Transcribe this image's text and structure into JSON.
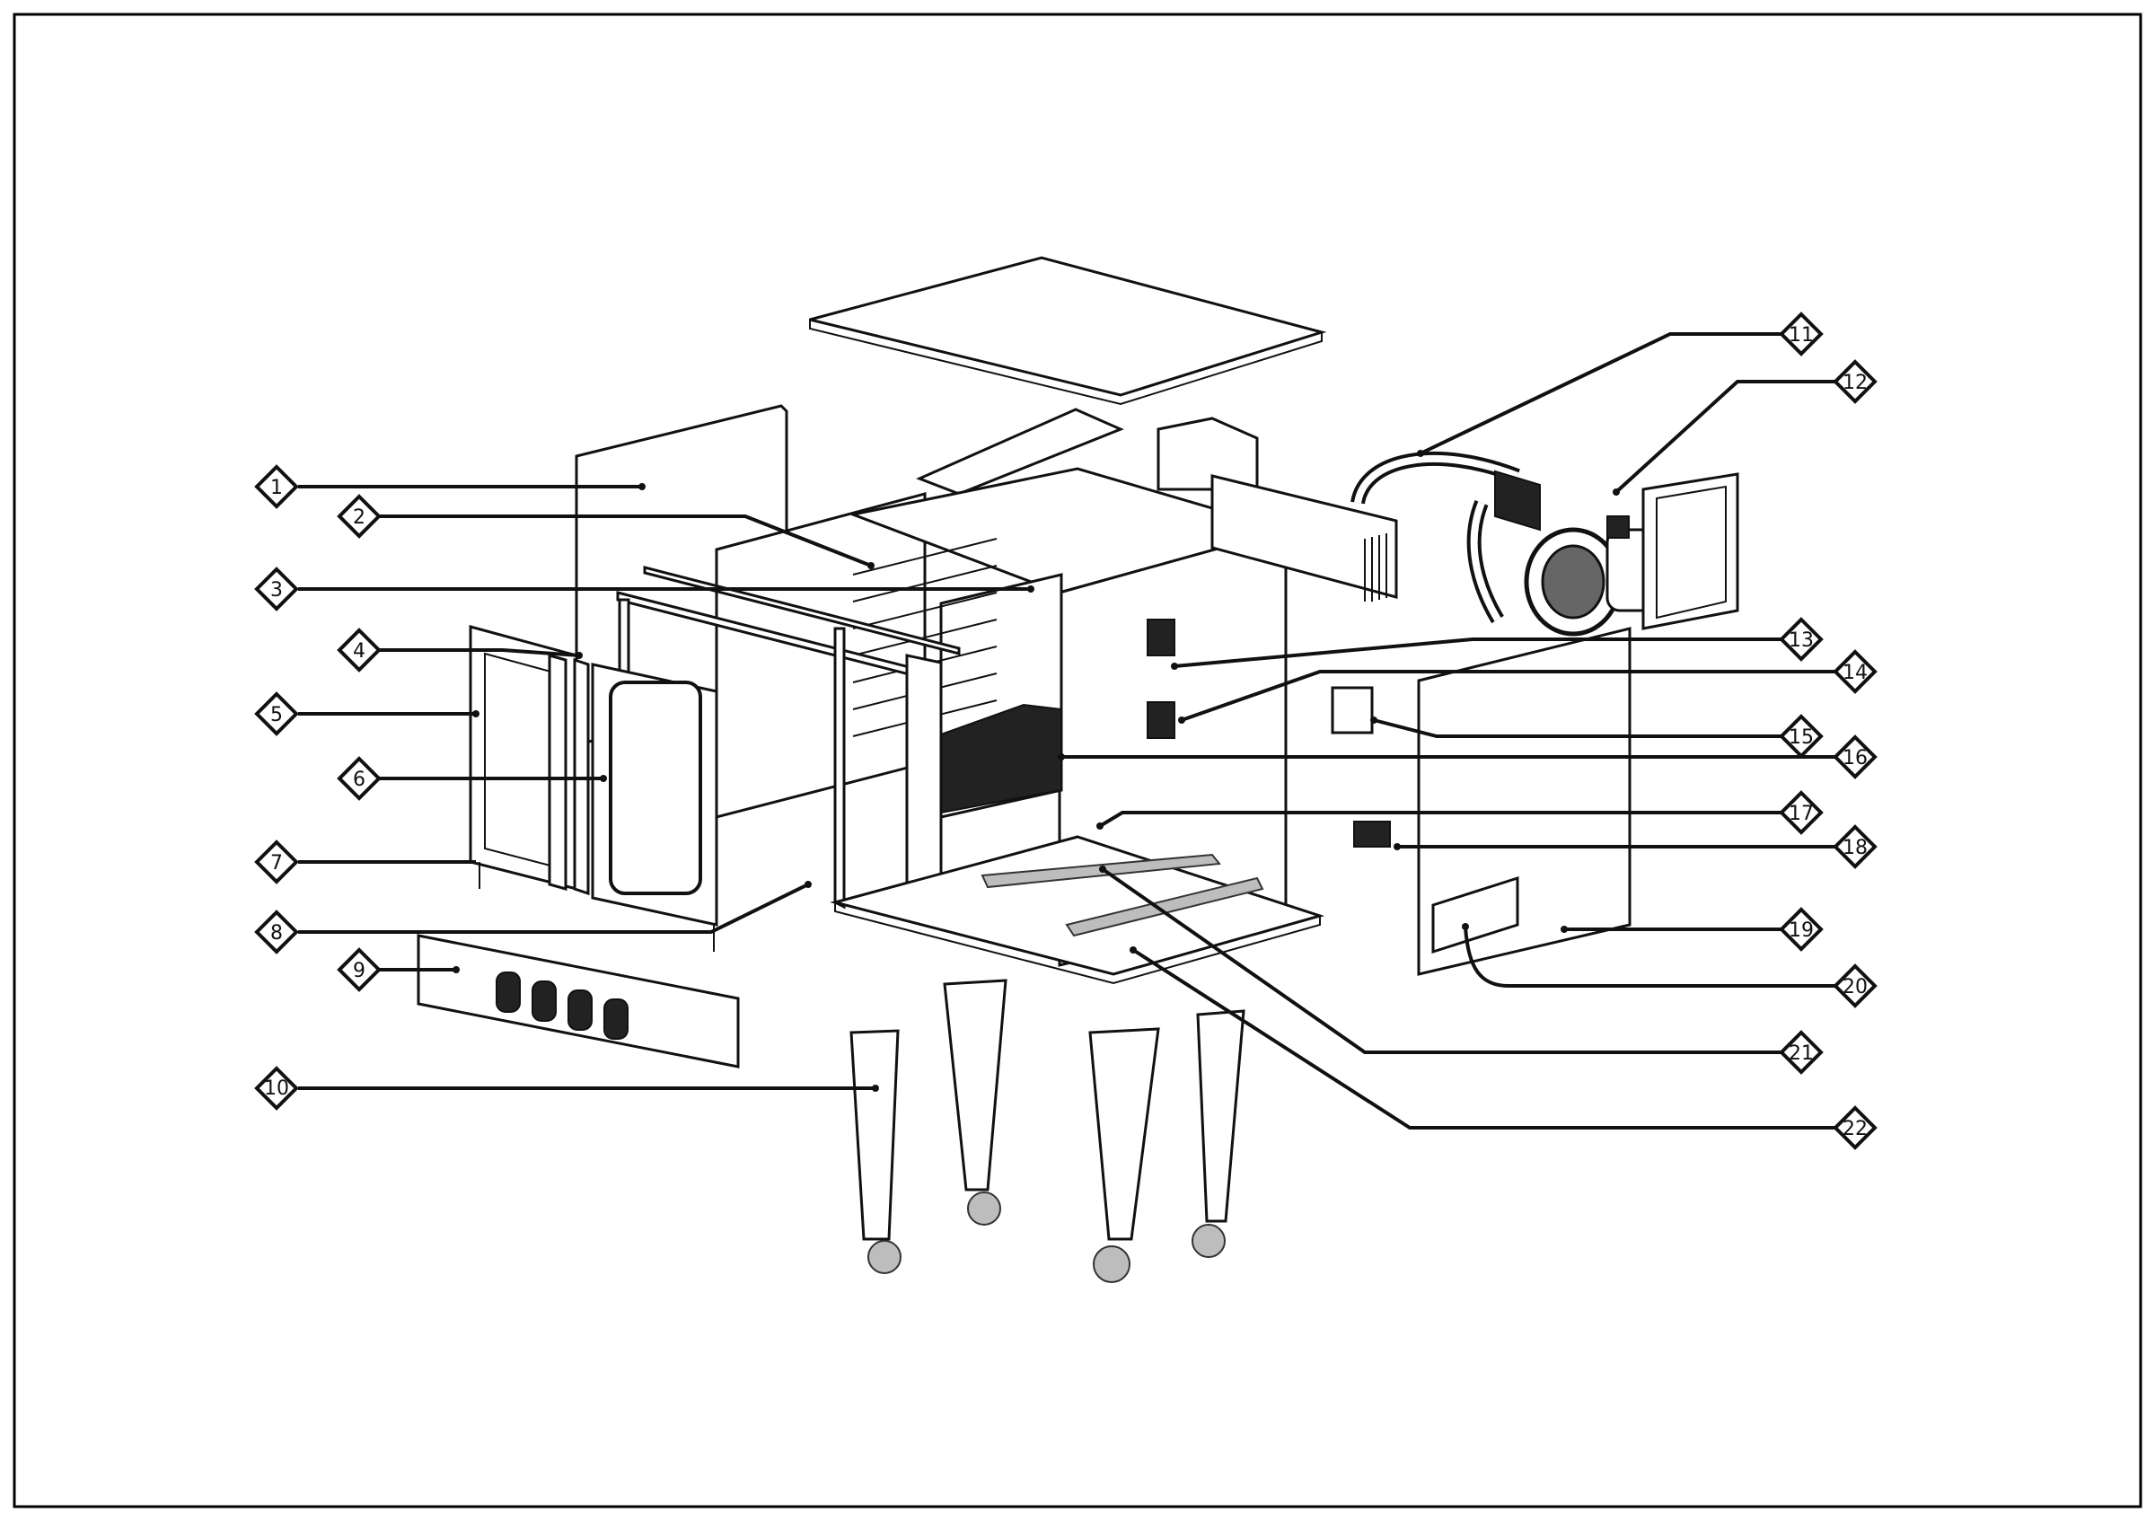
{
  "diagram": {
    "frame_color": "#000000",
    "line_color": "#111111",
    "callouts": [
      {
        "label": "1"
      },
      {
        "label": "2"
      },
      {
        "label": "3"
      },
      {
        "label": "4"
      },
      {
        "label": "5"
      },
      {
        "label": "6"
      },
      {
        "label": "7"
      },
      {
        "label": "8"
      },
      {
        "label": "9"
      },
      {
        "label": "10"
      },
      {
        "label": "11"
      },
      {
        "label": "12"
      },
      {
        "label": "13"
      },
      {
        "label": "14"
      },
      {
        "label": "15"
      },
      {
        "label": "16"
      },
      {
        "label": "17"
      },
      {
        "label": "18"
      },
      {
        "label": "19"
      },
      {
        "label": "20"
      },
      {
        "label": "21"
      },
      {
        "label": "22"
      }
    ]
  }
}
